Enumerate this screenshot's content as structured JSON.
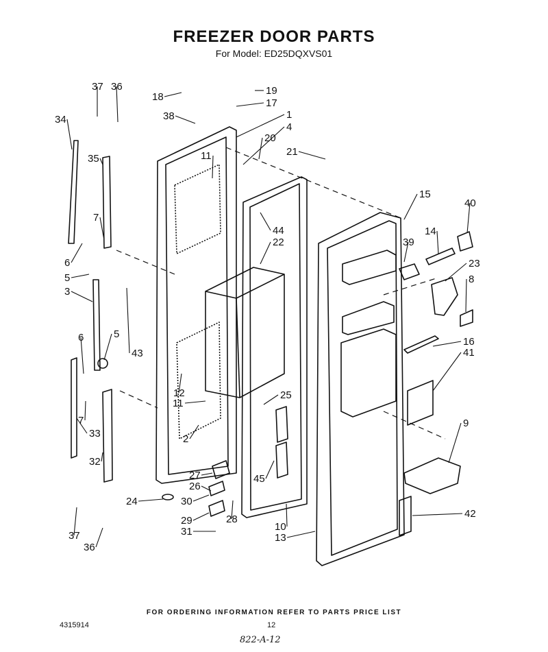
{
  "header": {
    "title": "FREEZER DOOR  PARTS",
    "subtitle": "For Model: ED25DQXVS01"
  },
  "callouts": [
    "1",
    "2",
    "3",
    "4",
    "5",
    "5",
    "6",
    "6",
    "7",
    "7",
    "8",
    "9",
    "10",
    "11",
    "11",
    "12",
    "13",
    "14",
    "15",
    "16",
    "17",
    "18",
    "19",
    "20",
    "21",
    "22",
    "23",
    "24",
    "25",
    "26",
    "27",
    "28",
    "29",
    "30",
    "31",
    "32",
    "33",
    "34",
    "35",
    "36",
    "36",
    "37",
    "37",
    "38",
    "39",
    "40",
    "41",
    "42",
    "43",
    "44",
    "45"
  ],
  "footer": {
    "ordering_note": "FOR ORDERING INFORMATION REFER TO PARTS PRICE LIST",
    "doc_number": "4315914",
    "page_number": "12",
    "handwritten": "822-A-12"
  }
}
